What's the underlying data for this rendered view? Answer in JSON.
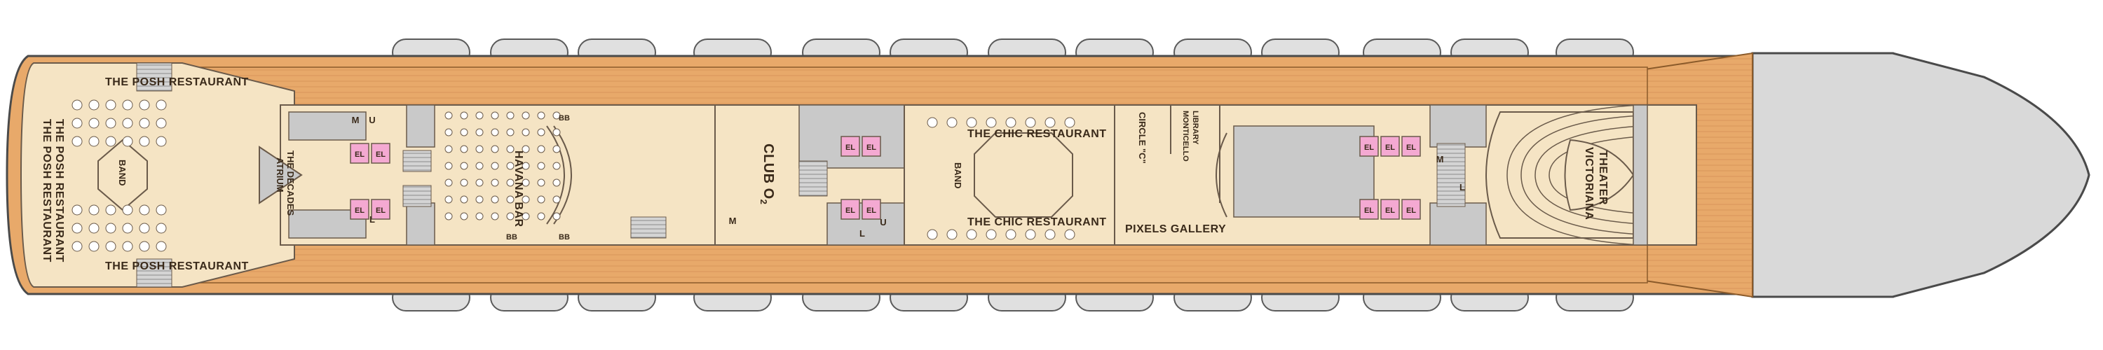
{
  "colors": {
    "hull_fill": "#d9d9d9",
    "hull_stroke": "#4a4a4a",
    "deck_wood": "#e8a96a",
    "deck_wood_dark": "#c98445",
    "interior": "#f5e4c4",
    "service_gray": "#c9c9c9",
    "elevator_pink": "#f4a9d2",
    "lifeboat": "#e0e0e0"
  },
  "rooms": {
    "posh_top": "THE POSH RESTAURANT",
    "posh_bottom": "THE POSH RESTAURANT",
    "posh_side_1": "THE POSH RESTAURANT",
    "posh_side_2": "THE POSH RESTAURANT",
    "band_aft": "BAND",
    "decades_atrium_1": "THE DECADES",
    "decades_atrium_2": "ATRIUM",
    "havana_bar": "HAVANA BAR",
    "club_o2": "CLUB O",
    "club_o2_sub": "2",
    "chic_top": "THE CHIC RESTAURANT",
    "chic_bottom": "THE CHIC RESTAURANT",
    "band_chic": "BAND",
    "circle_c": "CIRCLE \"C\"",
    "library_1": "MONTICELLO",
    "library_2": "LIBRARY",
    "pixels_gallery": "PIXELS GALLERY",
    "theater_1": "VICTORIANA",
    "theater_2": "THEATER"
  },
  "markers": {
    "el": "EL",
    "m": "M",
    "l": "L",
    "u": "U",
    "bb": "BB"
  }
}
